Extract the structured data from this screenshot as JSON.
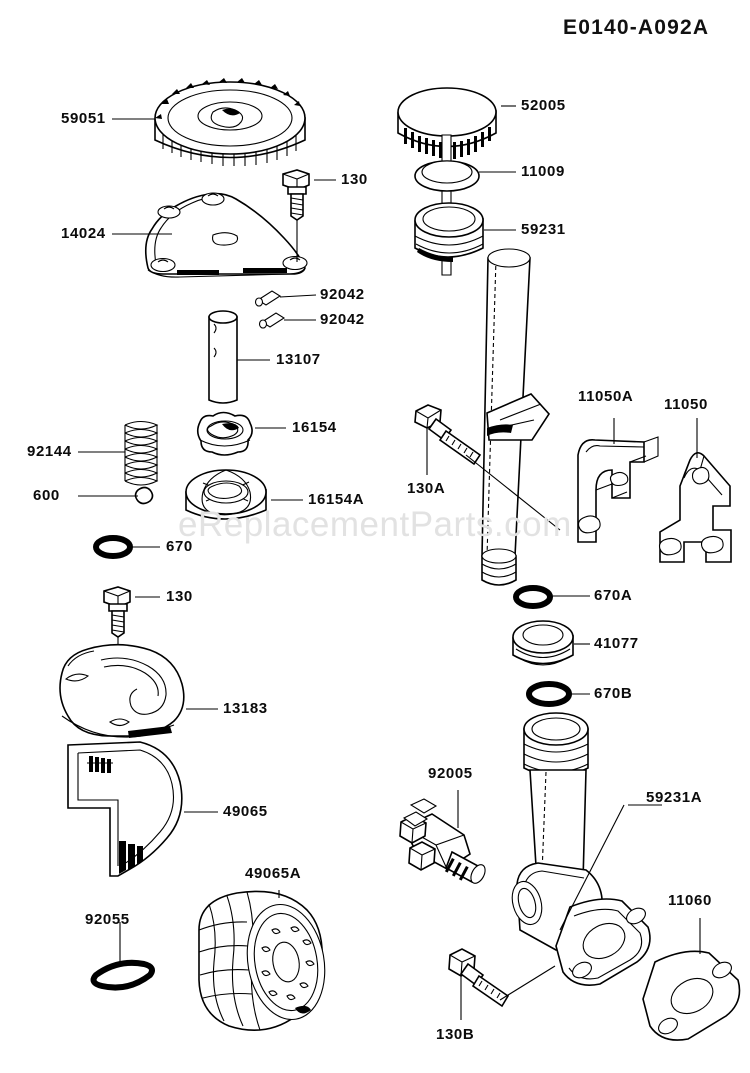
{
  "diagram": {
    "title": "E0140-A092A",
    "watermark": "eReplacementParts.com",
    "subject": "Kawasaki engine lubrication equipment parts diagram"
  },
  "labels": [
    {
      "id": "l1",
      "text": "59051",
      "part": "oil-pump-drive-gear"
    },
    {
      "id": "l2",
      "text": "14024",
      "part": "oil-pump-cover-plate"
    },
    {
      "id": "l3",
      "text": "130",
      "part": "flange-bolt-upper"
    },
    {
      "id": "l4",
      "text": "92042",
      "part": "dowel-pin-upper"
    },
    {
      "id": "l5",
      "text": "92042",
      "part": "dowel-pin-lower"
    },
    {
      "id": "l6",
      "text": "13107",
      "part": "oil-pump-shaft"
    },
    {
      "id": "l7",
      "text": "92144",
      "part": "relief-valve-spring"
    },
    {
      "id": "l8",
      "text": "16154",
      "part": "inner-rotor"
    },
    {
      "id": "l9",
      "text": "16154A",
      "part": "outer-rotor"
    },
    {
      "id": "l10",
      "text": "600",
      "part": "steel-ball"
    },
    {
      "id": "l11",
      "text": "670",
      "part": "o-ring-pump"
    },
    {
      "id": "l12",
      "text": "130",
      "part": "flange-bolt-bracket"
    },
    {
      "id": "l13",
      "text": "13183",
      "part": "oil-filter-bracket-plate"
    },
    {
      "id": "l14",
      "text": "49065",
      "part": "oil-filter-guard"
    },
    {
      "id": "l15",
      "text": "92055",
      "part": "filter-gasket"
    },
    {
      "id": "l16",
      "text": "49065A",
      "part": "oil-filter-cartridge"
    },
    {
      "id": "l17",
      "text": "52005",
      "part": "dipstick-cap"
    },
    {
      "id": "l18",
      "text": "11009",
      "part": "dipstick-gasket"
    },
    {
      "id": "l19",
      "text": "59231",
      "part": "dipstick-tube-collar"
    },
    {
      "id": "l20",
      "text": "130A",
      "part": "flange-bolt-tube"
    },
    {
      "id": "l21",
      "text": "11050A",
      "part": "tube-bracket-a"
    },
    {
      "id": "l22",
      "text": "11050",
      "part": "tube-bracket"
    },
    {
      "id": "l23",
      "text": "670A",
      "part": "o-ring-upper-tube"
    },
    {
      "id": "l24",
      "text": "41077",
      "part": "tube-grommet"
    },
    {
      "id": "l25",
      "text": "670B",
      "part": "o-ring-lower-tube"
    },
    {
      "id": "l26",
      "text": "59231A",
      "part": "oil-fill-tube"
    },
    {
      "id": "l27",
      "text": "92005",
      "part": "oil-pressure-fitting"
    },
    {
      "id": "l28",
      "text": "11060",
      "part": "flange-gasket"
    },
    {
      "id": "l29",
      "text": "130B",
      "part": "flange-bolt-lower"
    }
  ]
}
